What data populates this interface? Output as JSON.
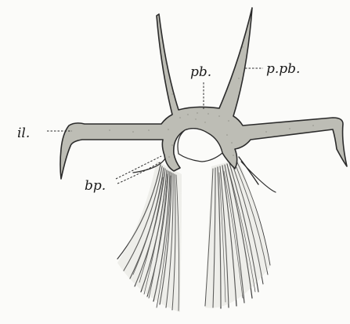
{
  "figure": {
    "labels": {
      "il": "il.",
      "pb": "pb.",
      "ppb": "p.pb.",
      "bp": "bp."
    },
    "colors": {
      "ink": "#1b1b1b",
      "bone_fill": "#bdbdb5",
      "bone_outline": "#2b2b2b",
      "fin_rays": "#3a3a3a",
      "paper": "#fbfbf9"
    }
  }
}
